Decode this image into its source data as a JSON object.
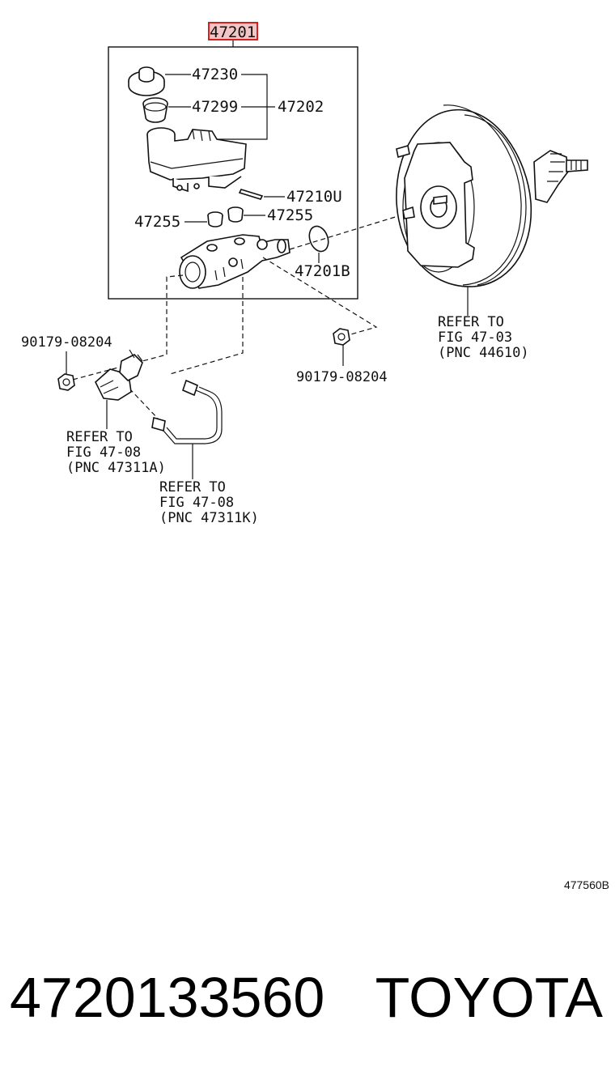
{
  "diagram": {
    "highlighted_part": "47201",
    "callouts": {
      "c47230": "47230",
      "c47299": "47299",
      "c47202": "47202",
      "c47210U": "47210U",
      "c47255_left": "47255",
      "c47255_right": "47255",
      "c47201B": "47201B",
      "c90179_left": "90179-08204",
      "c90179_right": "90179-08204"
    },
    "references": {
      "booster": [
        "REFER TO",
        "FIG 47-03",
        "(PNC 44610)"
      ],
      "sensor": [
        "REFER TO",
        "FIG 47-08",
        "(PNC 47311A)"
      ],
      "tube": [
        "REFER TO",
        "FIG 47-08",
        "(PNC 47311K)"
      ]
    },
    "illustration_code": "477560B",
    "highlight_color": "#d62020"
  },
  "footer": {
    "part_number": "4720133560",
    "brand": "TOYOTA"
  }
}
